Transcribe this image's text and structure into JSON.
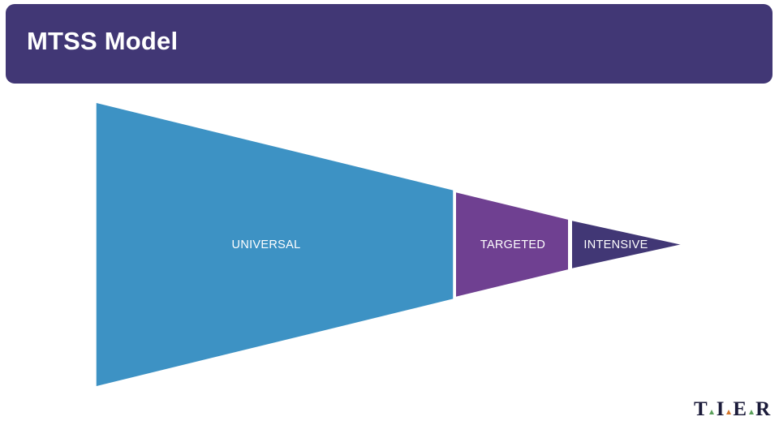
{
  "slide": {
    "title": "MTSS Model",
    "background_color": "#ffffff",
    "header_color": "#413775",
    "title_color": "#ffffff"
  },
  "funnel": {
    "type": "tiered-triangle",
    "orientation": "left-to-right-tapering",
    "segments": [
      {
        "label": "UNIVERSAL",
        "color": "#3d92c4",
        "label_color": "#ffffff"
      },
      {
        "label": "TARGETED",
        "color": "#6f4091",
        "label_color": "#ffffff"
      },
      {
        "label": "INTENSIVE",
        "color": "#413775",
        "label_color": "#ffffff"
      }
    ]
  },
  "logo": {
    "name": "T-I-E-R",
    "letters": [
      "T",
      "I",
      "E",
      "R"
    ],
    "separator_colors": [
      "#5aa05a",
      "#d4762a",
      "#5aa05a"
    ],
    "text_color": "#1b1b3a"
  }
}
